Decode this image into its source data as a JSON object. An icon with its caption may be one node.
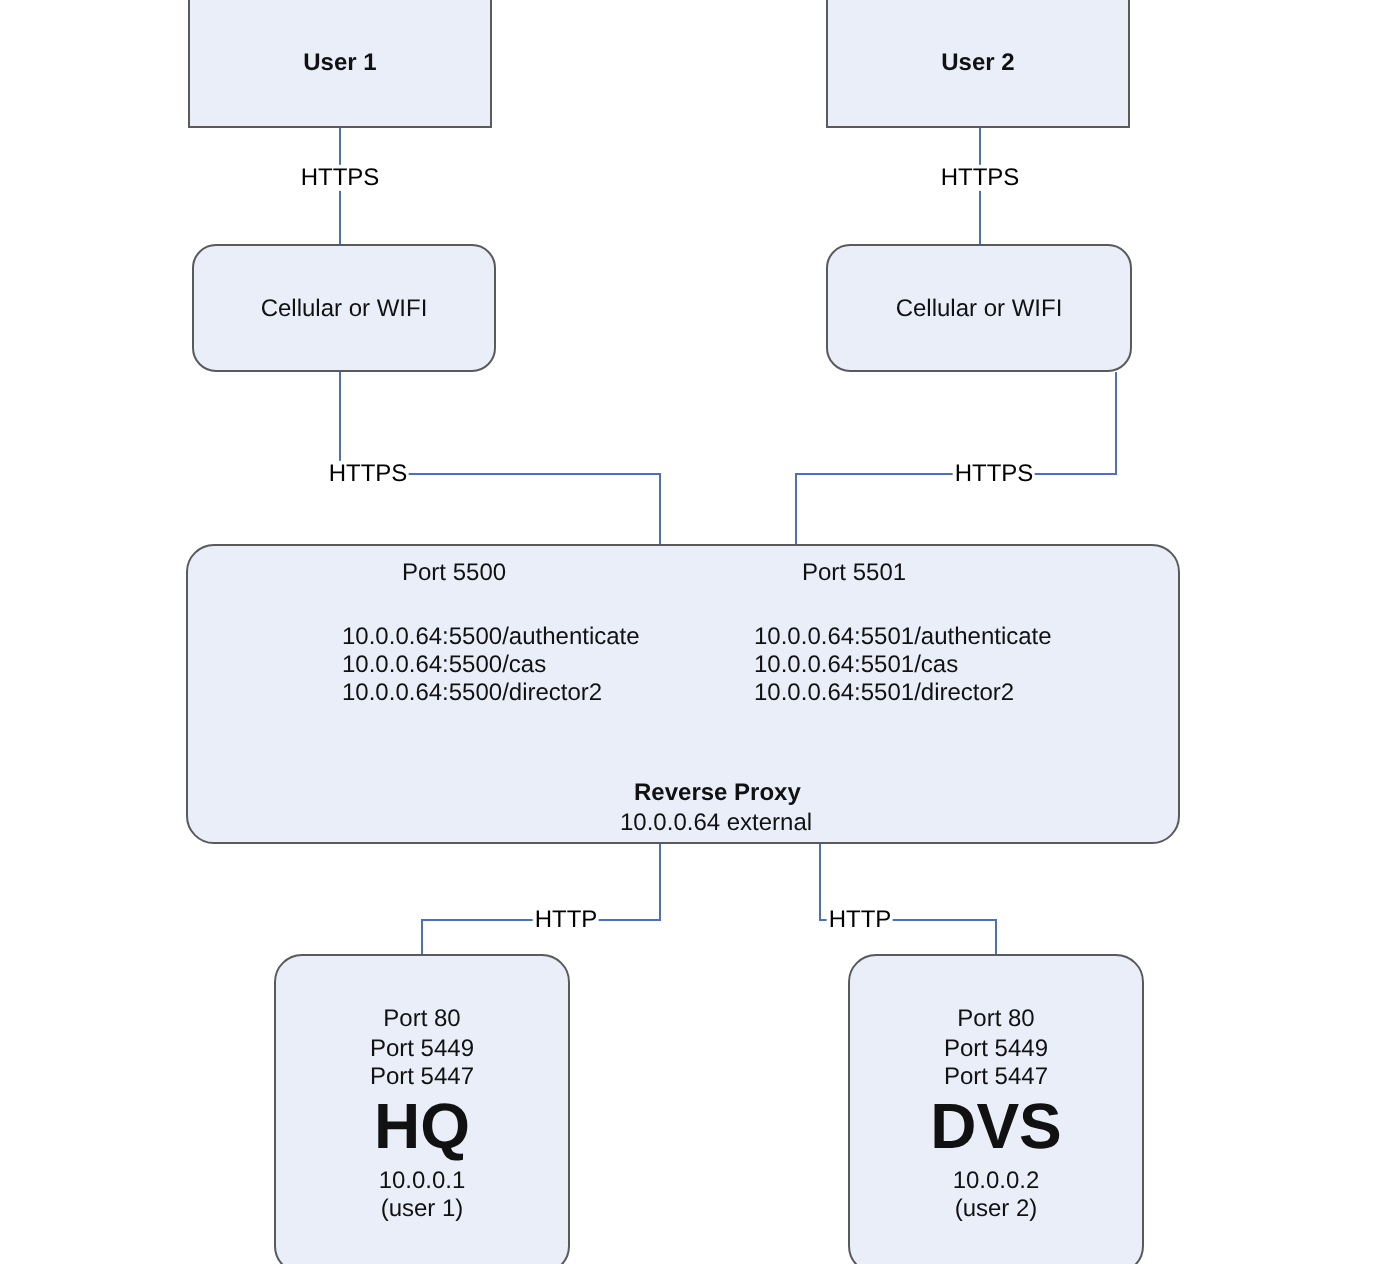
{
  "diagram": {
    "nodes": [
      {
        "text": [
          "User 1"
        ]
      },
      {
        "text": [
          "User 2"
        ]
      },
      {
        "text": [
          "Cellular or WIFI"
        ]
      },
      {
        "text": [
          "Cellular or WIFI"
        ]
      },
      {
        "text": [
          "Port 5500",
          "Port 5501",
          "10.0.0.64:5500/authenticate",
          "10.0.0.64:5500/cas",
          "10.0.0.64:5500/director2",
          "10.0.0.64:5501/authenticate",
          "10.0.0.64:5501/cas",
          "10.0.0.64:5501/director2",
          "Reverse Proxy",
          "10.0.0.64 external"
        ]
      },
      {
        "text": [
          "Port 80",
          "Port 5449",
          "Port 5447",
          "HQ",
          "10.0.0.1",
          "(user 1)"
        ]
      },
      {
        "text": [
          "Port 80",
          "Port 5449",
          "Port 5447",
          "DVS",
          "10.0.0.2",
          "(user 2)"
        ]
      }
    ],
    "edges": [
      {
        "from": 0,
        "to": 2,
        "arrow": "none",
        "label": "HTTPS"
      },
      {
        "from": 1,
        "to": 3,
        "arrow": "none",
        "label": "HTTPS"
      },
      {
        "from": 2,
        "to": 4,
        "arrow": "none",
        "label": "HTTPS"
      },
      {
        "from": 3,
        "to": 4,
        "arrow": "none",
        "label": "HTTPS"
      },
      {
        "from": 4,
        "to": 5,
        "arrow": "none",
        "label": "HTTP"
      },
      {
        "from": 4,
        "to": 6,
        "arrow": "none",
        "label": "HTTP"
      }
    ]
  }
}
